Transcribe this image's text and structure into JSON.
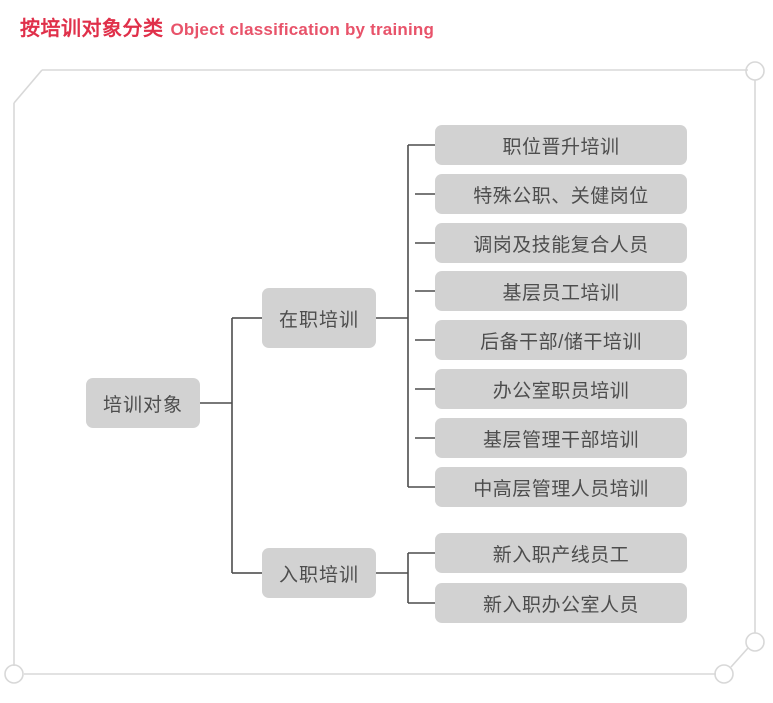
{
  "title": {
    "cn": "按培训对象分类",
    "en": "Object classification by training",
    "color_cn": "#e0304a",
    "color_en": "#e8536a"
  },
  "theme": {
    "node_fill": "#d2d2d2",
    "node_text": "#4d4d4d",
    "connector": "#4d4d4d",
    "frame_line": "#d8d8d8",
    "background": "#ffffff"
  },
  "diagram": {
    "type": "tree",
    "orientation": "left-to-right",
    "root": {
      "label": "培训对象"
    },
    "branches": [
      {
        "label": "在职培训",
        "children": [
          {
            "label": "职位晋升培训"
          },
          {
            "label": "特殊公职、关健岗位"
          },
          {
            "label": "调岗及技能复合人员"
          },
          {
            "label": "基层员工培训"
          },
          {
            "label": "后备干部/储干培训"
          },
          {
            "label": "办公室职员培训"
          },
          {
            "label": "基层管理干部培训"
          },
          {
            "label": "中高层管理人员培训"
          }
        ]
      },
      {
        "label": "入职培训",
        "children": [
          {
            "label": "新入职产线员工"
          },
          {
            "label": "新入职办公室人员"
          }
        ]
      }
    ]
  }
}
